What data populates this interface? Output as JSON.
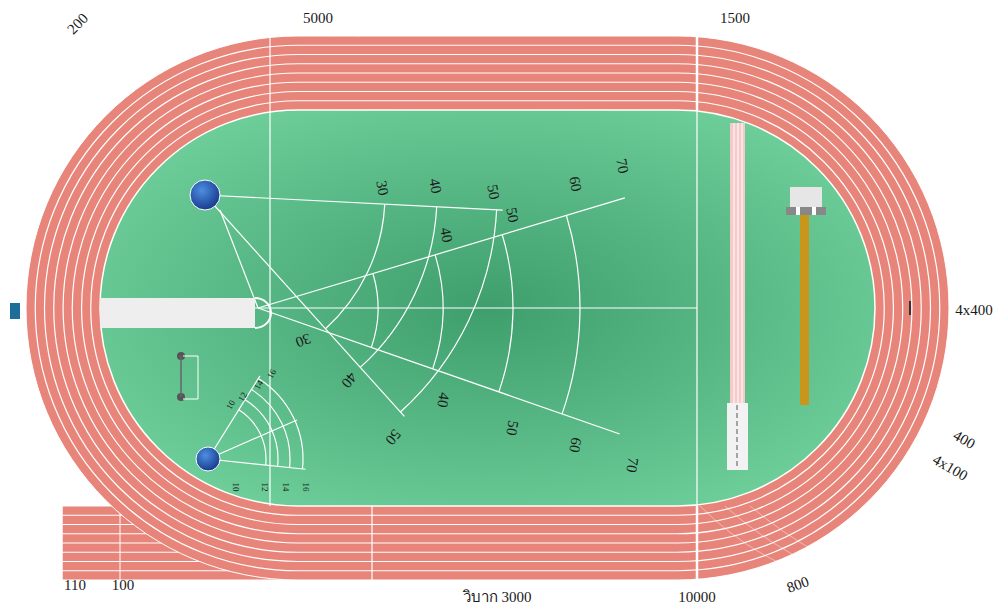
{
  "diagram": {
    "labels": [
      "200",
      "5000",
      "1500",
      "4x400",
      "400",
      "4x100",
      "800",
      "10000",
      "วิบาก 3000",
      "110",
      "100",
      "30",
      "40",
      "50",
      "60",
      "70",
      "50",
      "40",
      "30",
      "40",
      "50",
      "40",
      "50",
      "60",
      "70",
      "16",
      "14",
      "12",
      "10",
      "10",
      "12",
      "14",
      "16"
    ]
  }
}
